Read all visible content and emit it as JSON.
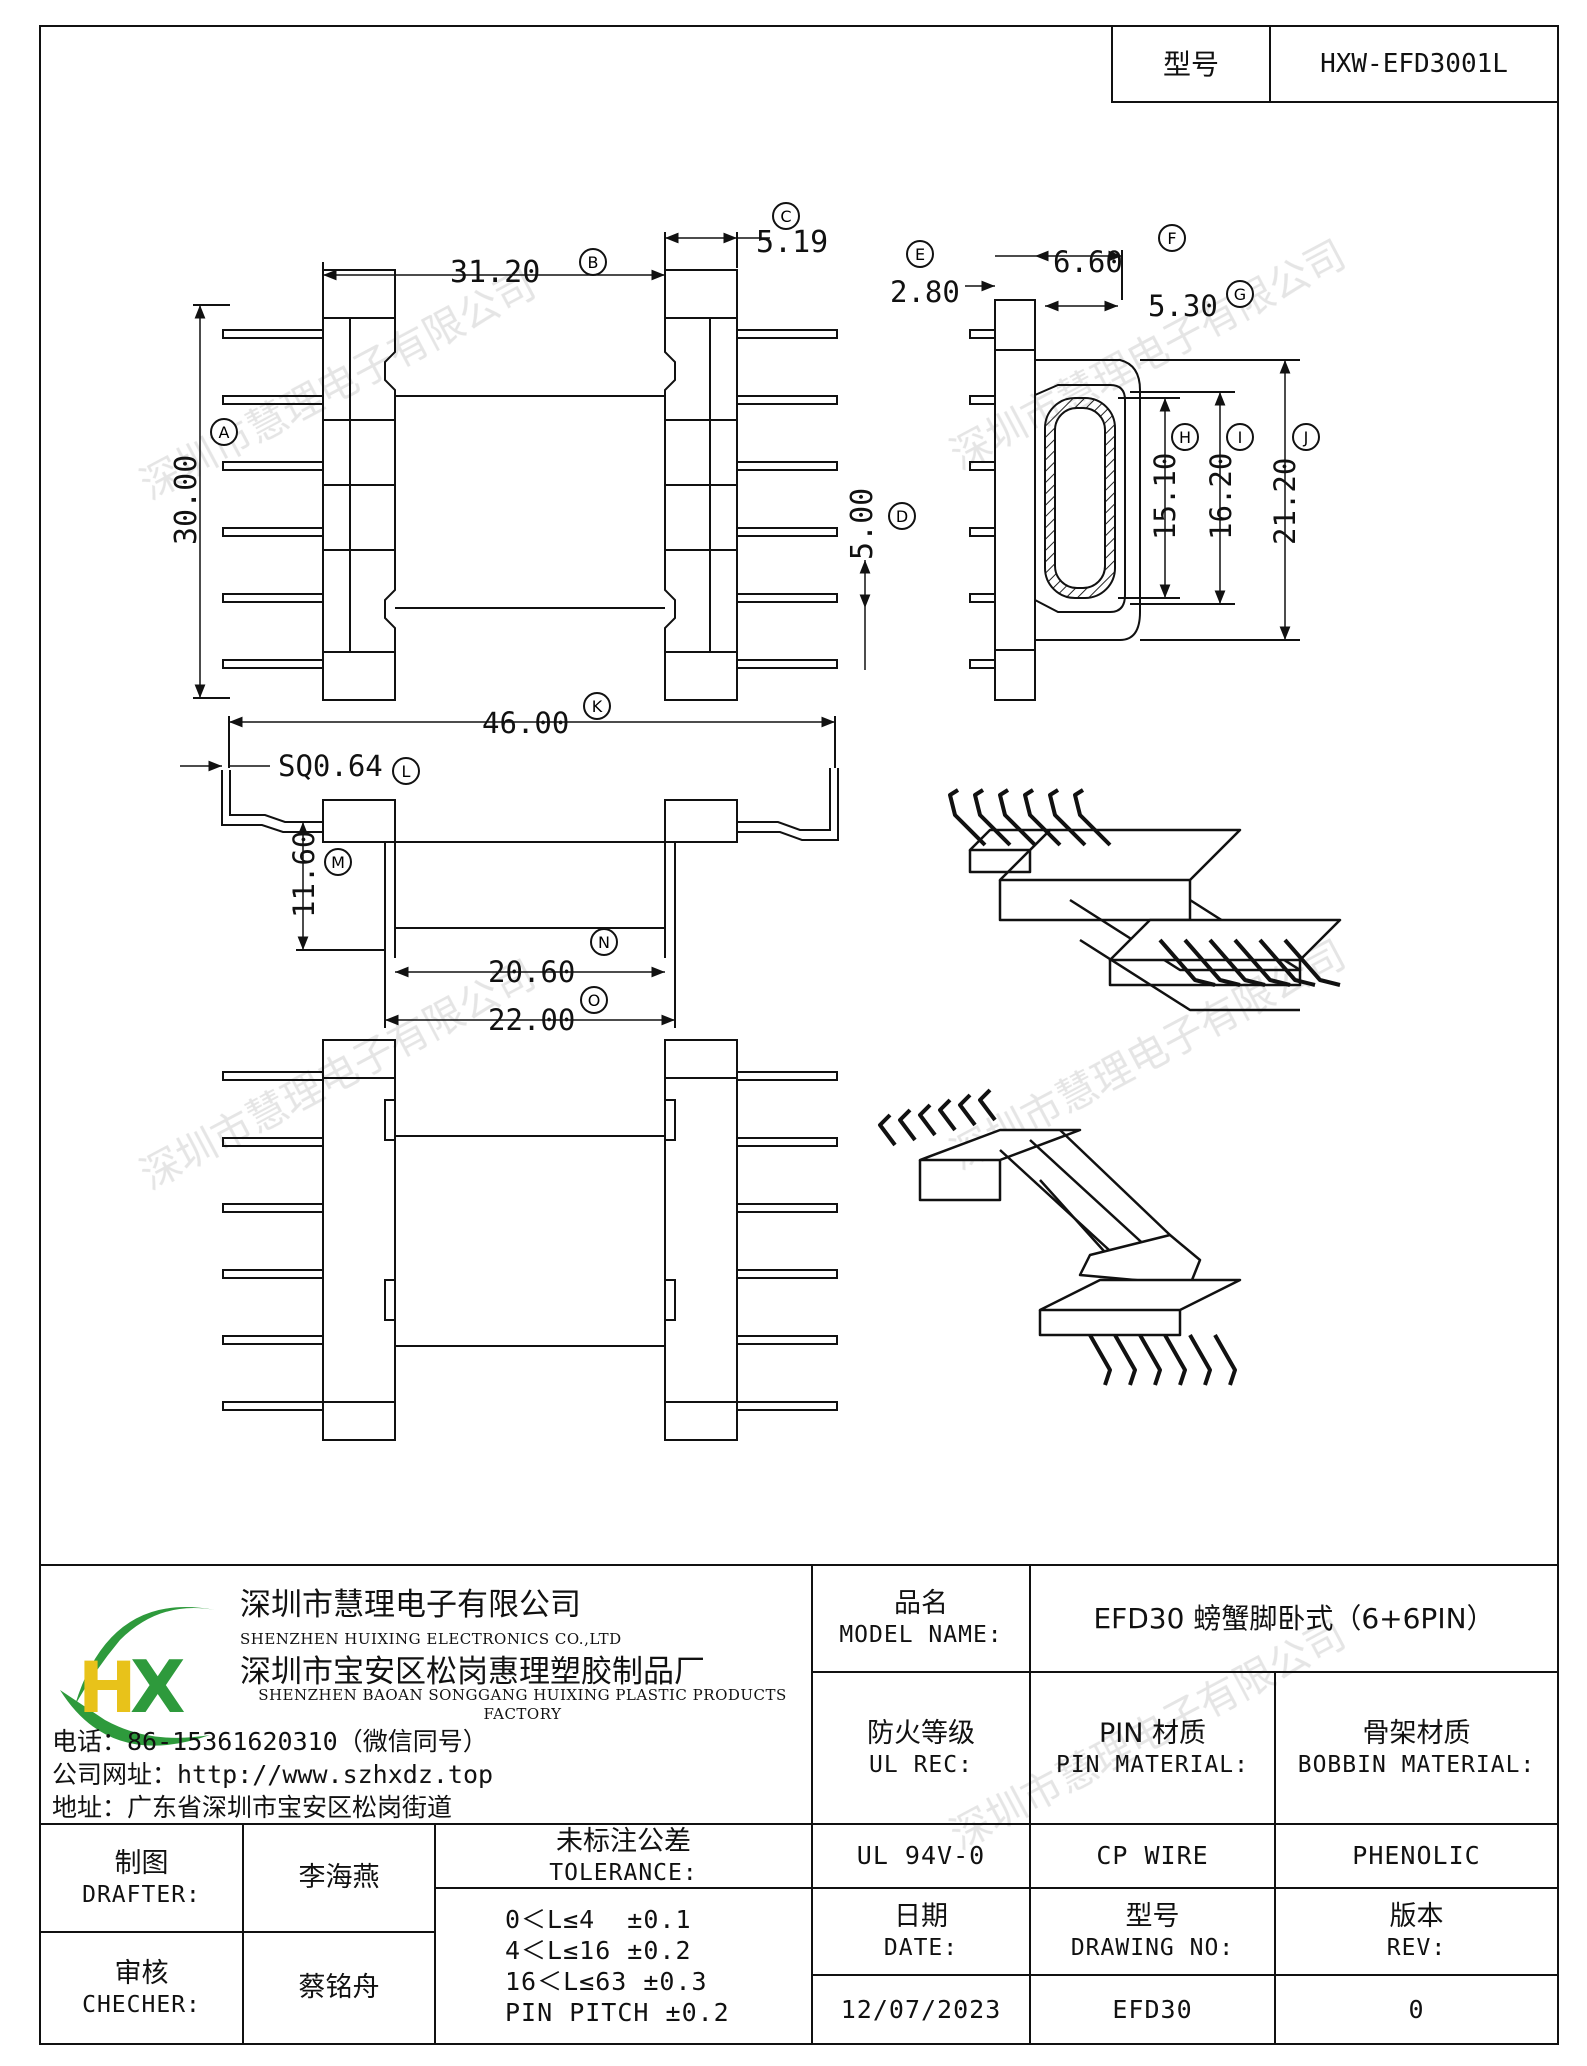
{
  "header": {
    "model_label": "型号",
    "model_value": "HXW-EFD3001L"
  },
  "dimensions": {
    "B": "31.20",
    "C": "5.19",
    "A": "30.00",
    "D": "5.00",
    "E": "2.80",
    "F": "6.60",
    "G": "5.30",
    "H": "15.10",
    "I": "16.20",
    "J": "21.20",
    "K": "46.00",
    "L": "SQ0.64",
    "M": "11.60",
    "N": "20.60",
    "O": "22.00"
  },
  "markers": [
    "A",
    "B",
    "C",
    "D",
    "E",
    "F",
    "G",
    "H",
    "I",
    "J",
    "K",
    "L",
    "M",
    "N",
    "O"
  ],
  "watermark": "深圳市慧理电子有限公司",
  "company": {
    "name_cn": "深圳市慧理电子有限公司",
    "name_en": "SHENZHEN HUIXING ELECTRONICS CO.,LTD",
    "factory_cn": "深圳市宝安区松岗惠理塑胶制品厂",
    "factory_en": "SHENZHEN BAOAN SONGGANG HUIXING PLASTIC PRODUCTS FACTORY",
    "phone": "电话：86-15361620310（微信同号）",
    "website": "公司网址：http://www.szhxdz.top",
    "address": "地址：广东省深圳市宝安区松岗街道",
    "logo_colors": {
      "green": "#2e9a3c",
      "yellow": "#e8c21a"
    }
  },
  "titleblock": {
    "model_name_cn": "品名",
    "model_name_en": "MODEL NAME:",
    "model_name_value": "EFD30 螃蟹脚卧式（6+6PIN）",
    "ul_cn": "防火等级",
    "ul_en": "UL REC:",
    "pin_mat_cn": "PIN 材质",
    "pin_mat_en": "PIN MATERIAL:",
    "bobbin_mat_cn": "骨架材质",
    "bobbin_mat_en": "BOBBIN MATERIAL:",
    "ul_value": "UL 94V-0",
    "pin_value": "CP WIRE",
    "bobbin_value": "PHENOLIC",
    "drafter_cn": "制图",
    "drafter_en": "DRAFTER:",
    "drafter_value": "李海燕",
    "checker_cn": "审核",
    "checker_en": "CHECHER:",
    "checker_value": "蔡铭舟",
    "tolerance_cn": "未标注公差",
    "tolerance_en": "TOLERANCE:",
    "tolerance_rows": [
      "0＜L≤4  ±0.1",
      "4＜L≤16 ±0.2",
      "16＜L≤63 ±0.3",
      "PIN PITCH ±0.2"
    ],
    "date_cn": "日期",
    "date_en": "DATE:",
    "date_value": "12/07/2023",
    "drawing_cn": "型号",
    "drawing_en": "DRAWING NO:",
    "drawing_value": "EFD30",
    "rev_cn": "版本",
    "rev_en": "REV:",
    "rev_value": "0"
  }
}
